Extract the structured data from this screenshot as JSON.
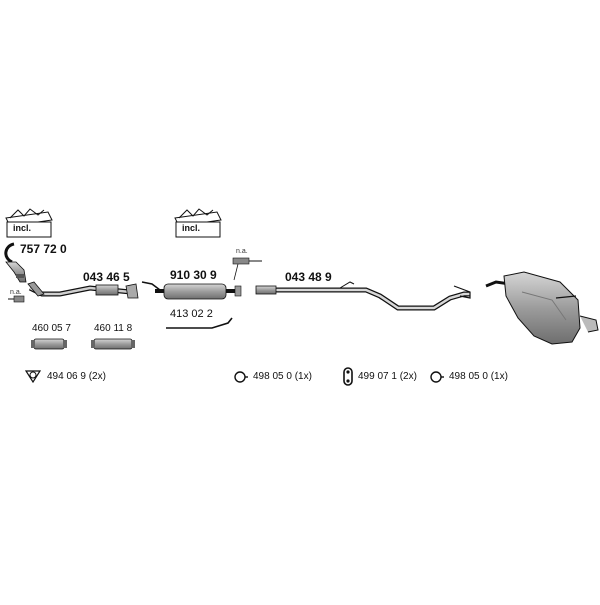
{
  "parts": {
    "kit_1": {
      "badge": "incl."
    },
    "kit_2": {
      "badge": "incl."
    },
    "p_757720": "757 72 0",
    "p_043465": "043 46 5",
    "p_910309": "910 30 9",
    "p_043489": "043 48 9",
    "p_413022": "413 02 2",
    "p_460057": "460 05 7",
    "p_460118": "460 11 8",
    "na_1": "n.a.",
    "na_2": "n.a."
  },
  "legend": {
    "item_1": {
      "part": "494 06 9",
      "qty": "(2x)"
    },
    "item_2": {
      "part": "498 05 0",
      "qty": "(1x)"
    },
    "item_3": {
      "part": "499 07 1",
      "qty": "(2x)"
    },
    "item_4": {
      "part": "498 05 0",
      "qty": "(1x)"
    }
  }
}
